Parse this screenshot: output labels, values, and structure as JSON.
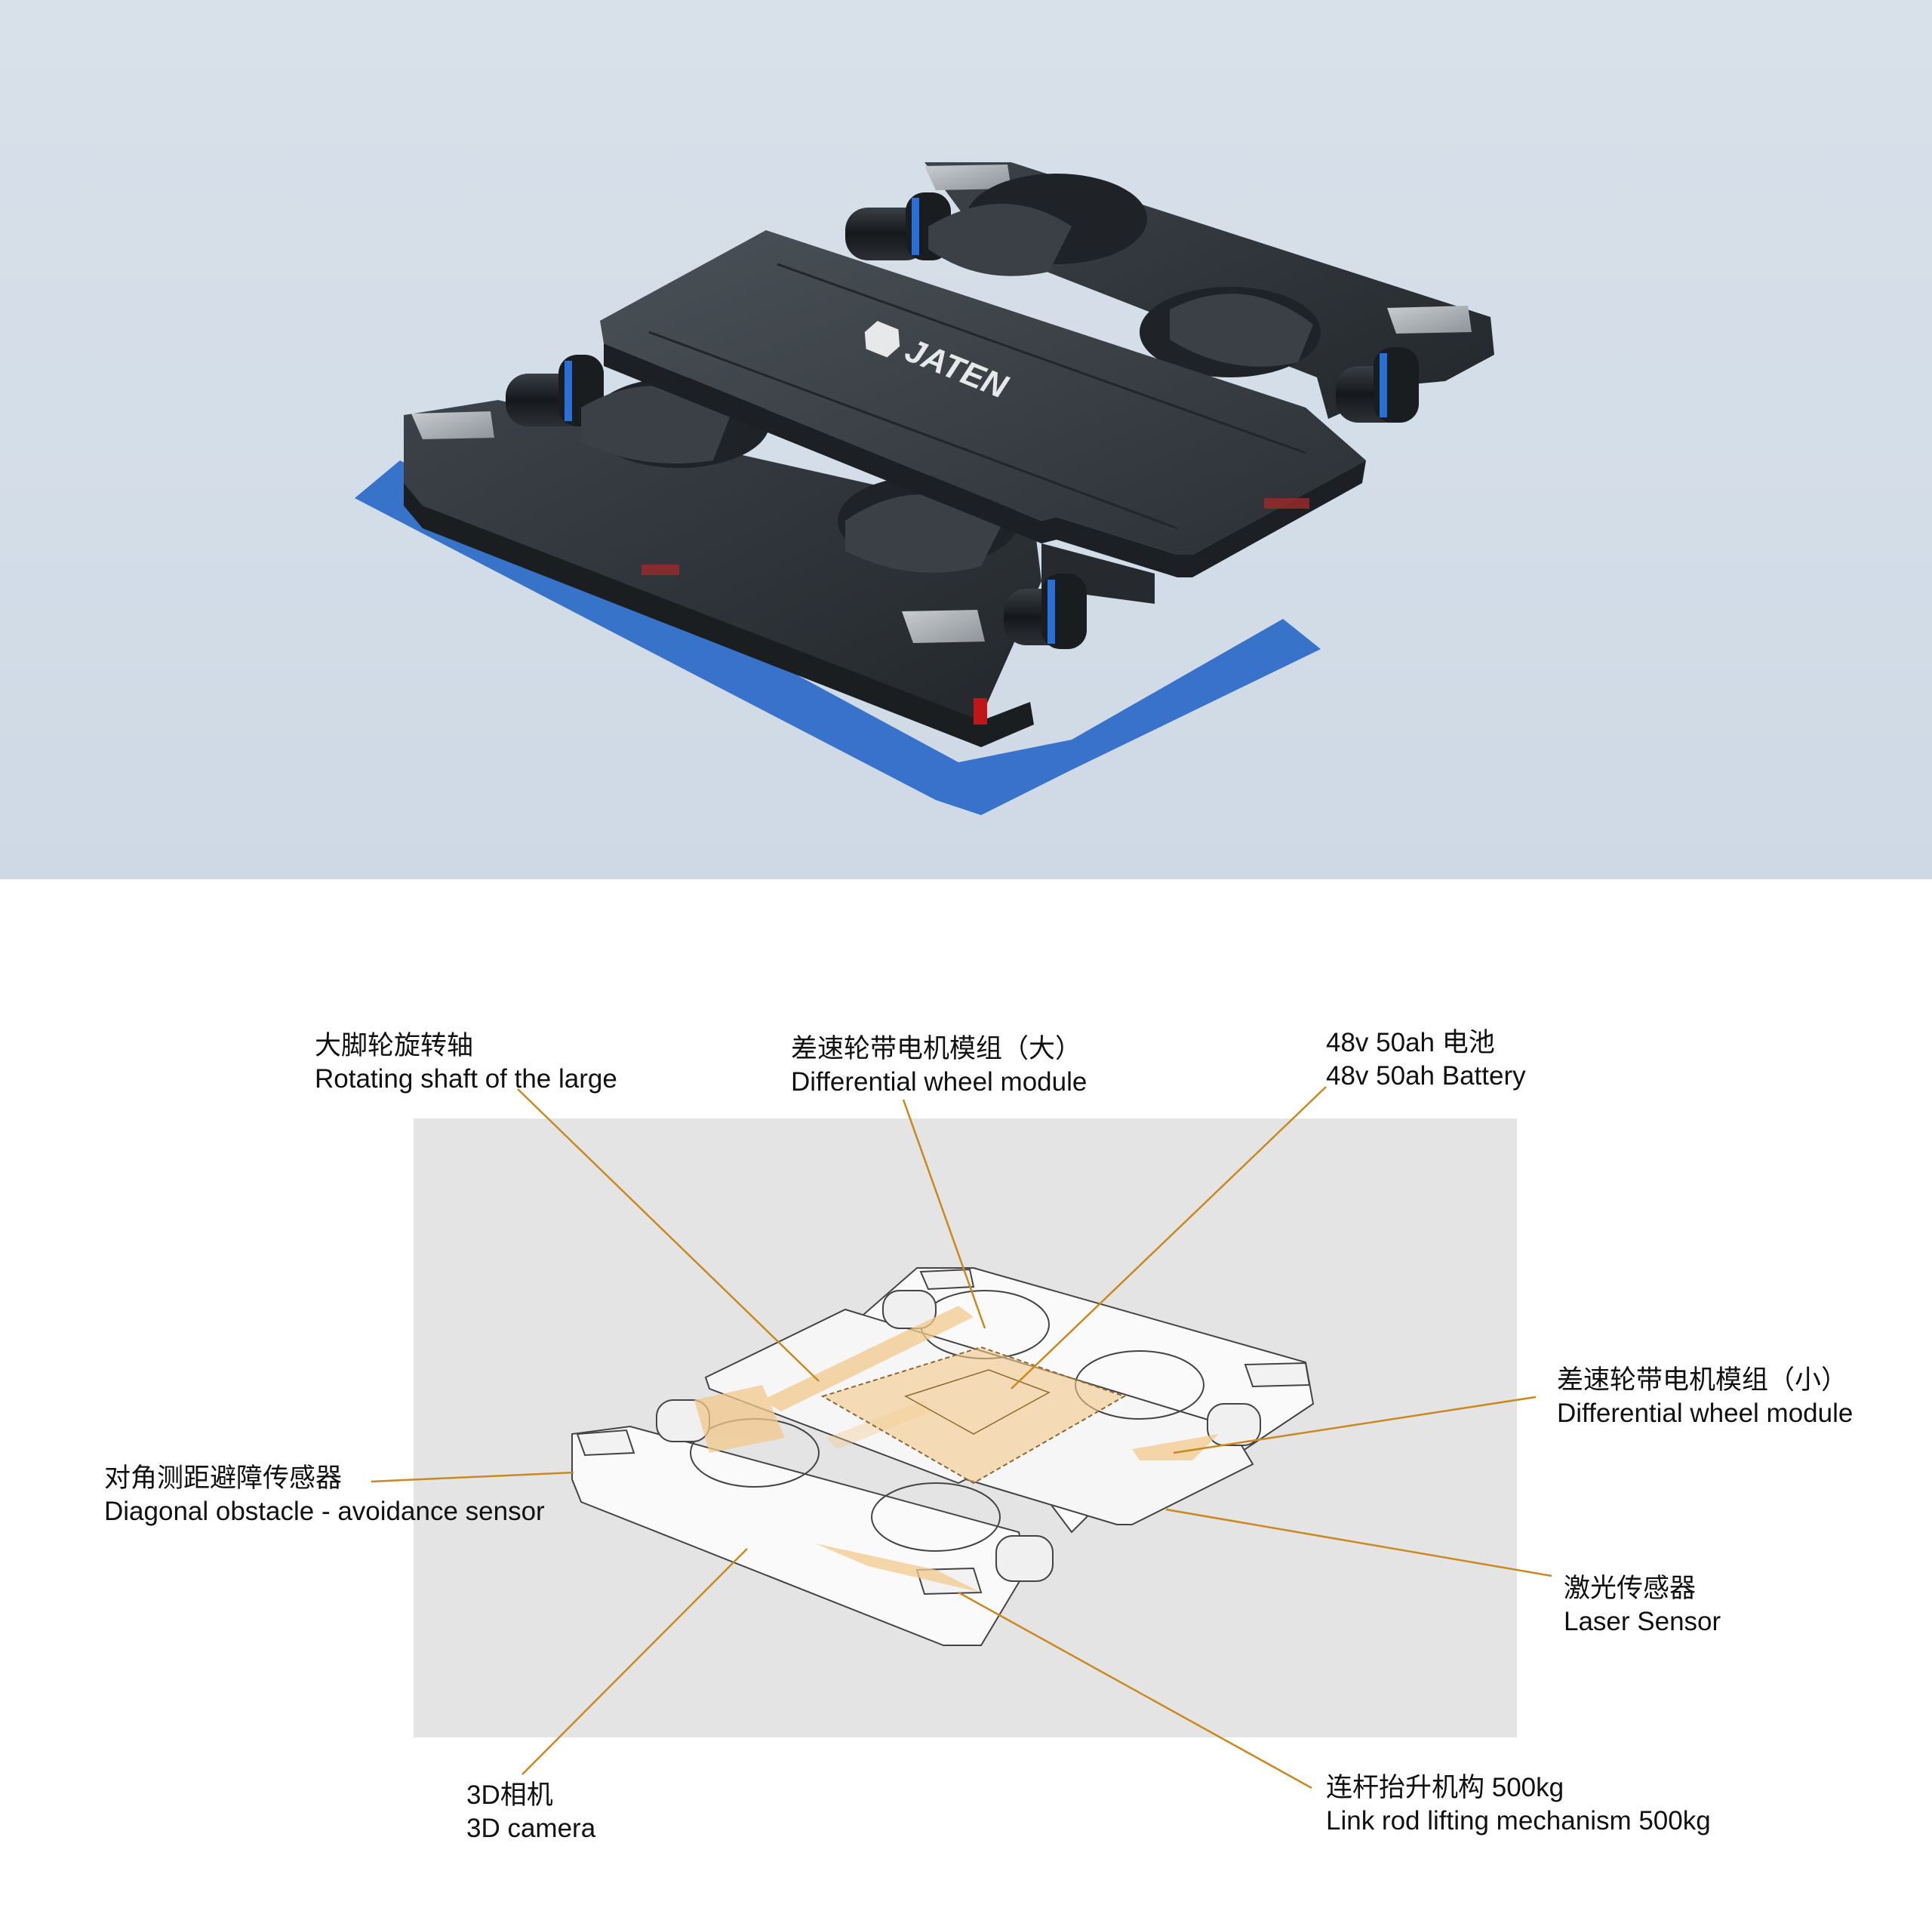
{
  "render": {
    "brand_logo_text": "JATEN"
  },
  "callouts": [
    {
      "id": "rotating-shaft",
      "zh": "大脚轮旋转轴",
      "en": "Rotating shaft of the large"
    },
    {
      "id": "diff-wheel-large",
      "zh": "差速轮带电机模组（大）",
      "en": "Differential wheel module"
    },
    {
      "id": "battery",
      "zh": "48v 50ah 电池",
      "en": "48v 50ah Battery"
    },
    {
      "id": "diff-wheel-small",
      "zh": "差速轮带电机模组（小）",
      "en": "Differential wheel module"
    },
    {
      "id": "diagonal-sensor",
      "zh": "对角测距避障传感器",
      "en": "Diagonal  obstacle - avoidance sensor"
    },
    {
      "id": "laser-sensor",
      "zh": "激光传感器",
      "en": "Laser Sensor"
    },
    {
      "id": "camera-3d",
      "zh": "3D相机",
      "en": "3D camera"
    },
    {
      "id": "lifting",
      "zh": "连杆抬升机构 500kg",
      "en": "Link rod lifting mechanism 500kg"
    }
  ],
  "colors": {
    "leader_line": "#c8891e",
    "highlight_fill": "#f3c98c",
    "diagram_panel": "#e4e4e4",
    "robot_body": "#2e3338",
    "accent_blue": "#2a6fd6",
    "indicator_red": "#c0161a"
  }
}
